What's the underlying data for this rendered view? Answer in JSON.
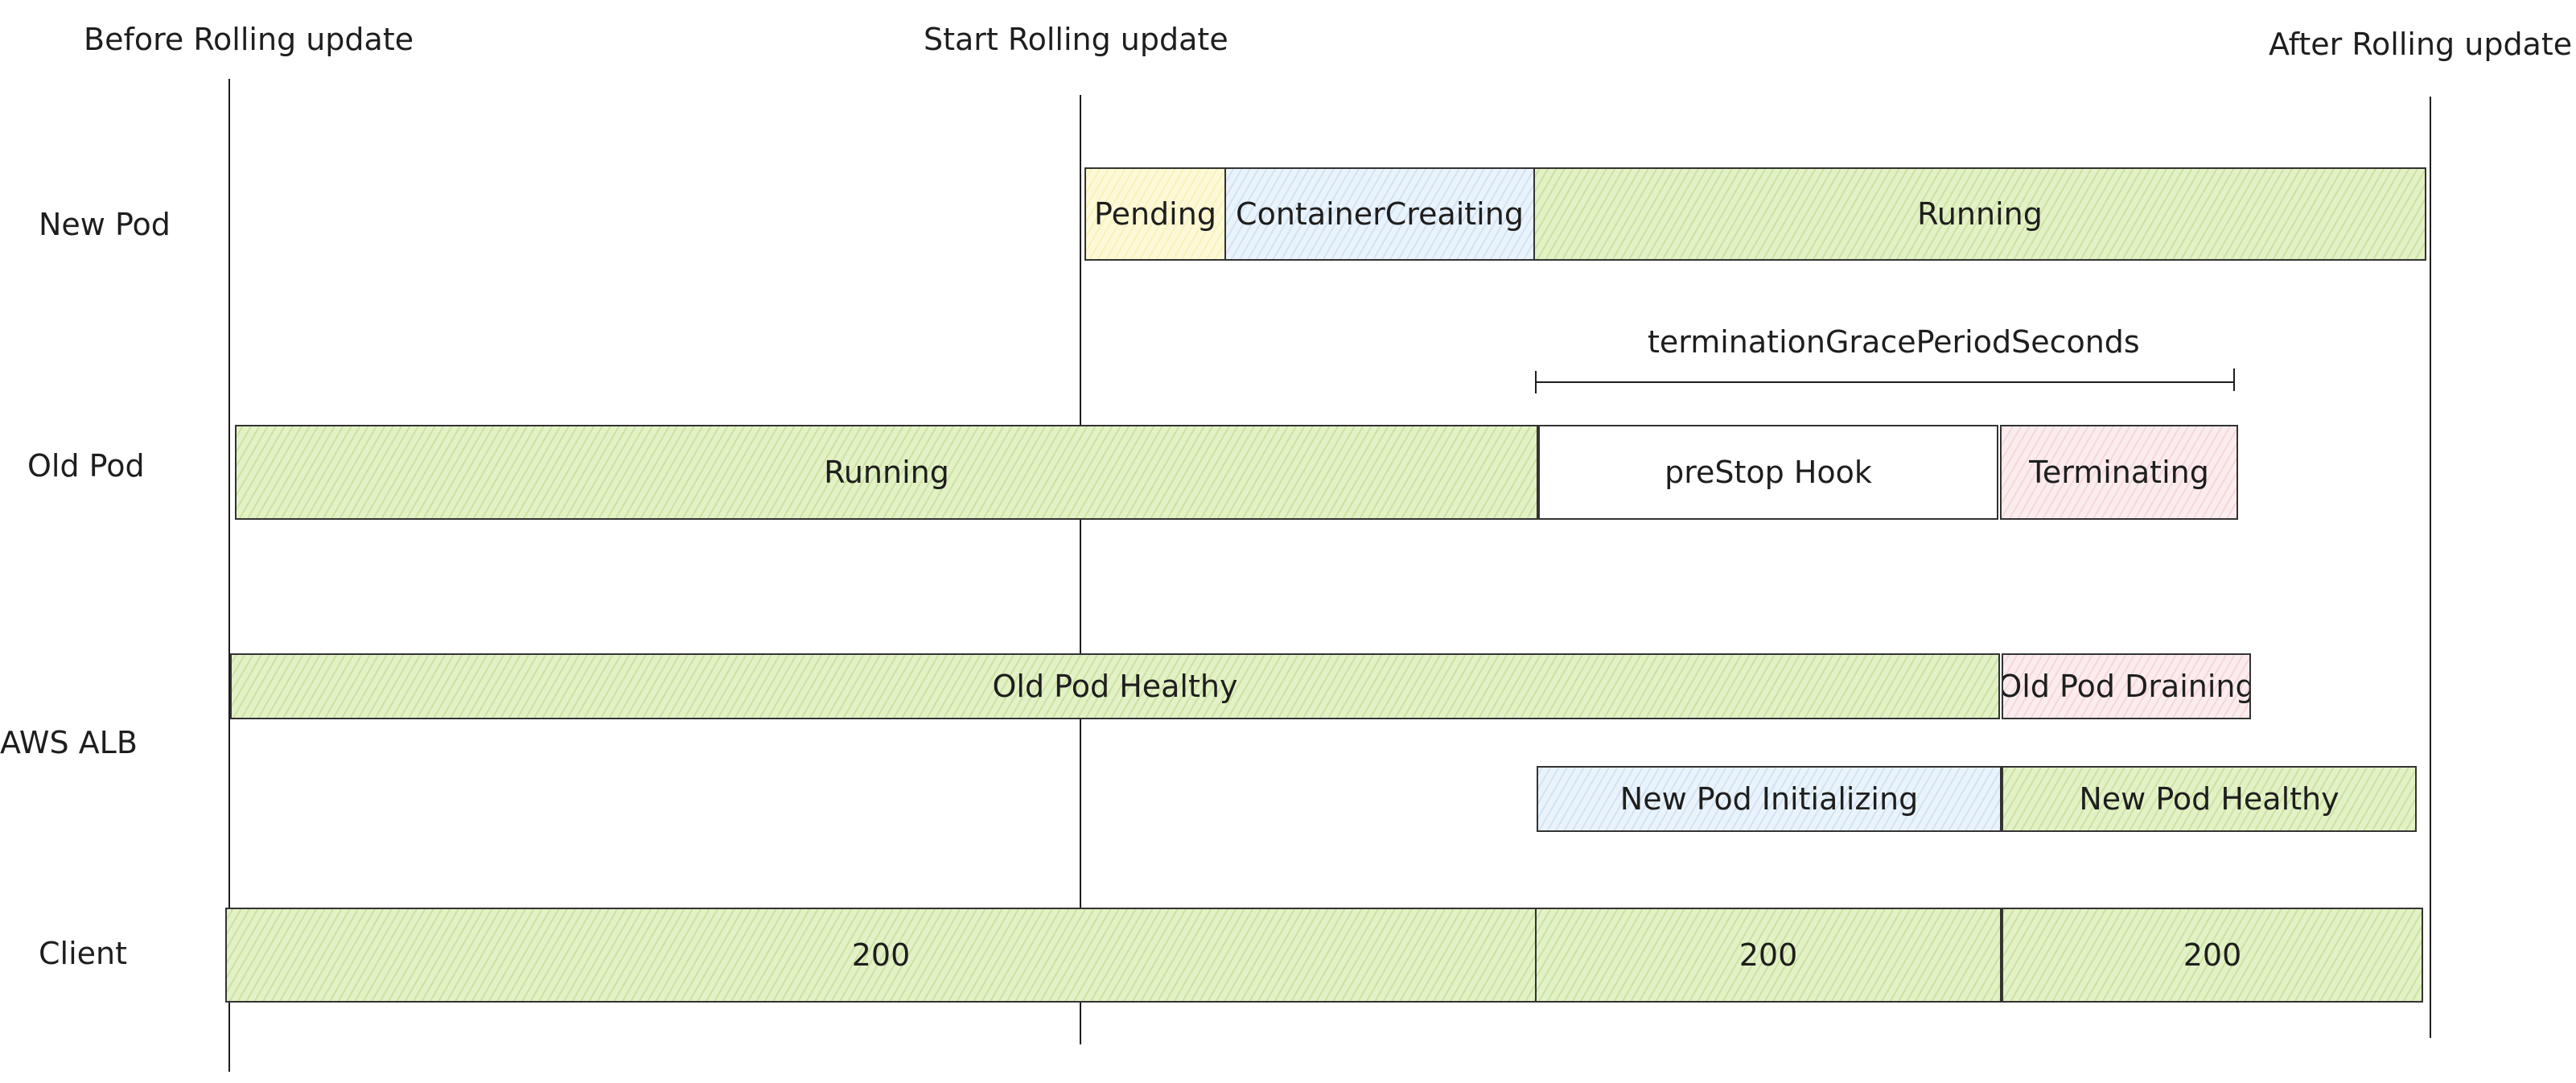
{
  "milestones": {
    "before": "Before Rolling update",
    "start": "Start Rolling update",
    "after": "After Rolling update"
  },
  "rows": {
    "new_pod": "New Pod",
    "old_pod": "Old Pod",
    "aws_alb": "AWS ALB",
    "client": "Client"
  },
  "new_pod_phases": {
    "pending": "Pending",
    "container_creating": "ContainerCreaiting",
    "running": "Running"
  },
  "termination_span": "terminationGracePeriodSeconds",
  "old_pod_phases": {
    "running": "Running",
    "prestop": "preStop Hook",
    "terminating": "Terminating"
  },
  "alb_old": {
    "healthy": "Old Pod Healthy",
    "draining": "Old Pod Draining"
  },
  "alb_new": {
    "initializing": "New Pod Initializing",
    "healthy": "New Pod Healthy"
  },
  "client_responses": [
    "200",
    "200",
    "200"
  ],
  "colors": {
    "running_green": "#e3f1c7",
    "pending_yellow": "#fdf9d8",
    "creating_blue": "#eaf3fb",
    "terminating_pink": "#fbecee",
    "stroke": "#1e1e1e"
  }
}
